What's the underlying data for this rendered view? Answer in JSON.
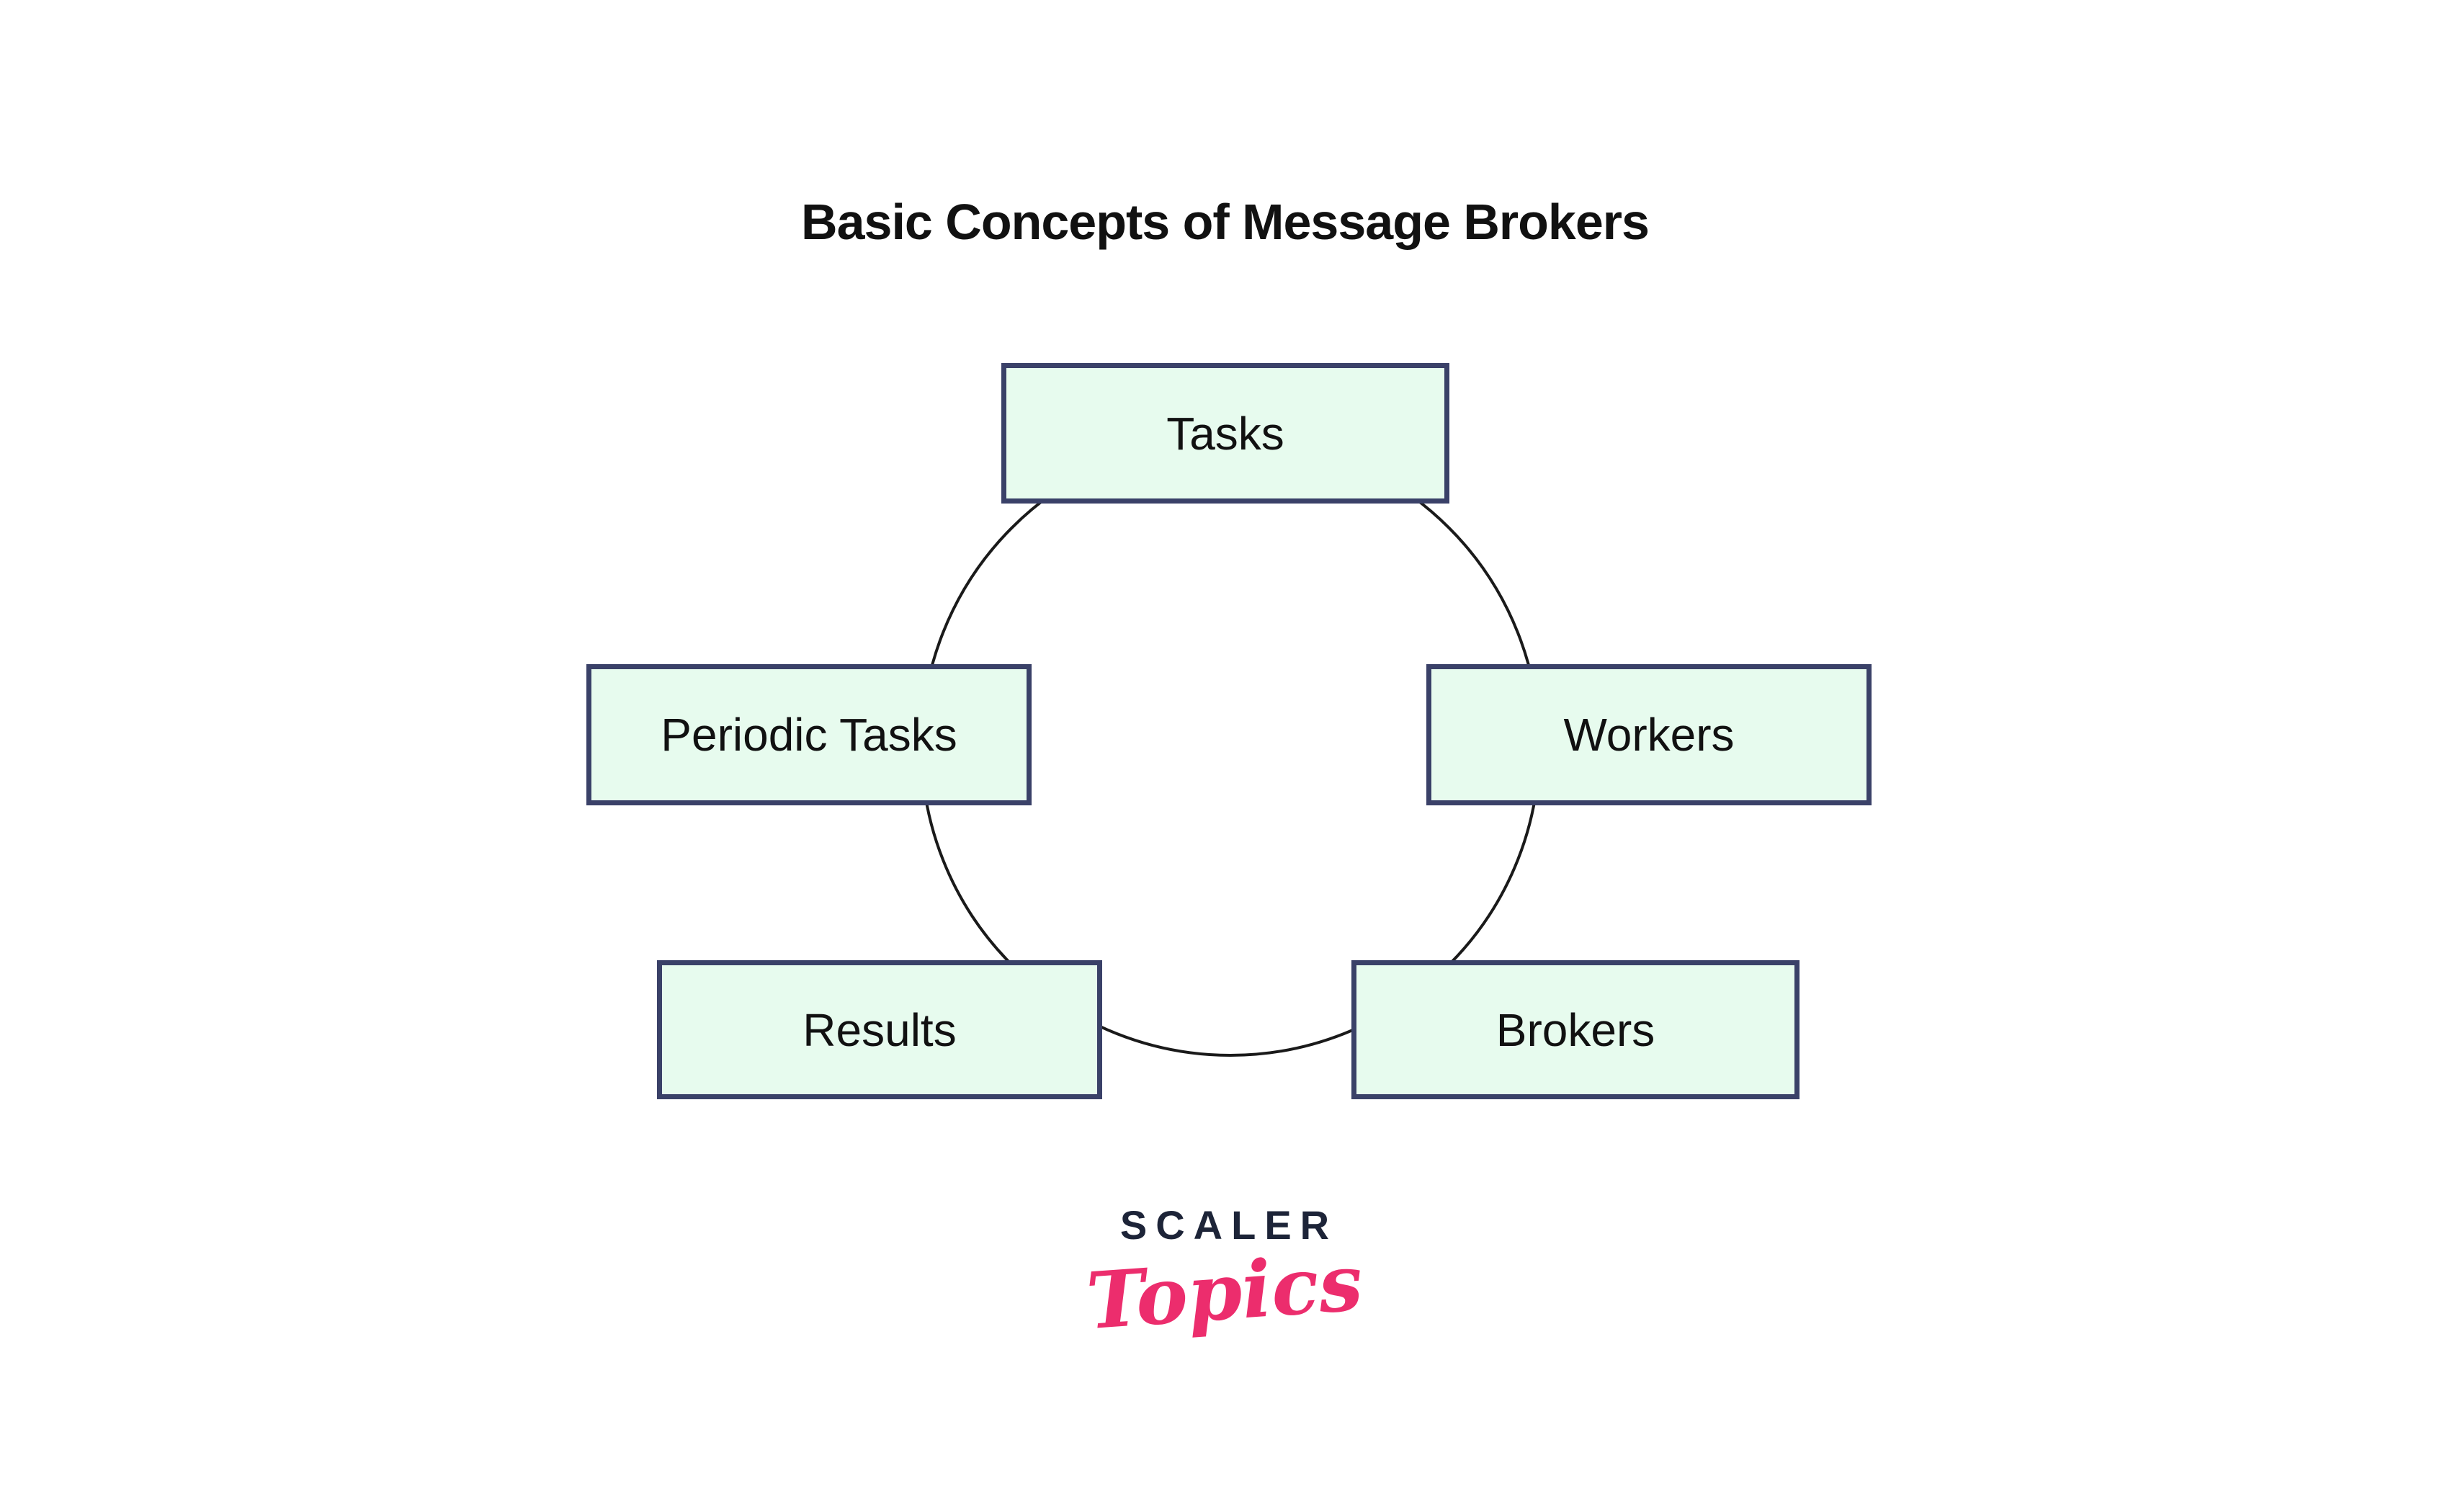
{
  "title": "Basic Concepts of Message Brokers",
  "diagram": {
    "type": "cycle",
    "description": "Five concept boxes placed around a circular loop",
    "nodes": [
      {
        "id": "tasks",
        "label": "Tasks",
        "position": "top"
      },
      {
        "id": "periodic-tasks",
        "label": "Periodic Tasks",
        "position": "middle-left"
      },
      {
        "id": "workers",
        "label": "Workers",
        "position": "middle-right"
      },
      {
        "id": "results",
        "label": "Results",
        "position": "bottom-left"
      },
      {
        "id": "brokers",
        "label": "Brokers",
        "position": "bottom-right"
      }
    ],
    "colors": {
      "node_fill": "#e7fbee",
      "node_border": "#3a4168",
      "edge_stroke": "#1a1a1a",
      "title_text": "#111111",
      "background": "#ffffff"
    }
  },
  "logo": {
    "brand": "SCALER",
    "sub": "Topics",
    "brand_color": "#1d2438",
    "sub_color": "#ec2d6d"
  }
}
